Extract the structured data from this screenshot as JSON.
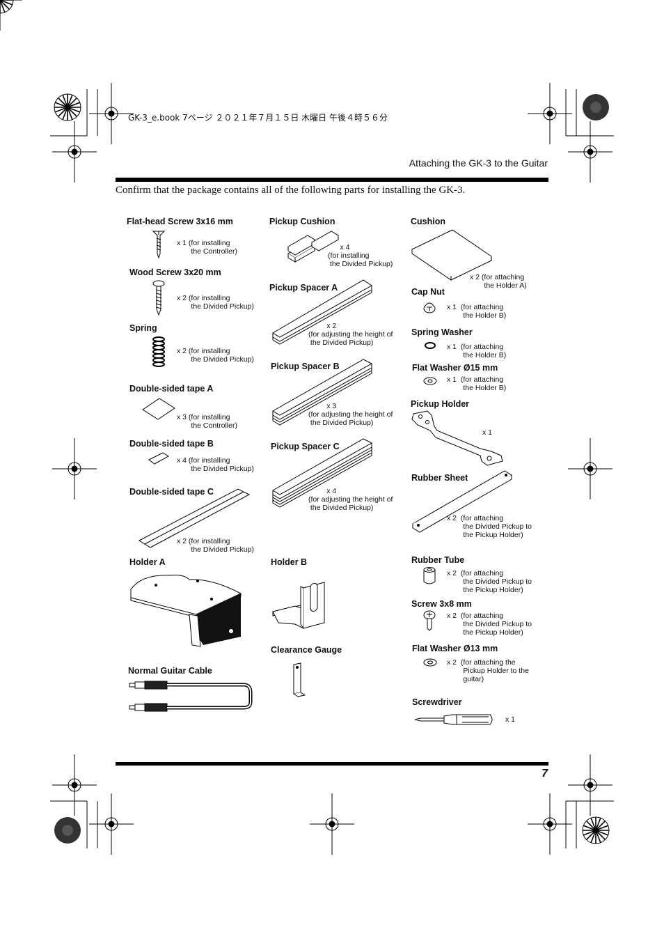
{
  "header": {
    "file_info": "GK-3_e.book 7ページ ２０２１年７月１５日 木曜日 午後４時５６分",
    "section_title": "Attaching the GK-3 to the Guitar"
  },
  "intro": "Confirm that the package contains all of the following parts for installing the GK-3.",
  "page_number": "7",
  "parts": [
    {
      "name": "Flat-head Screw 3x16 mm",
      "note": "x 1 (for installing\n       the Controller)",
      "icon": "flat-head-screw-icon"
    },
    {
      "name": "Wood Screw 3x20 mm",
      "note": "x 2 (for installing\n       the Divided Pickup)",
      "icon": "wood-screw-icon"
    },
    {
      "name": "Spring",
      "note": "x 2 (for installing\n       the Divided Pickup)",
      "icon": "spring-icon"
    },
    {
      "name": "Double-sided tape A",
      "note": "x 3 (for installing\n       the Controller)",
      "icon": "tape-a-icon"
    },
    {
      "name": "Double-sided tape B",
      "note": "x 4 (for installing\n       the Divided Pickup)",
      "icon": "tape-b-icon"
    },
    {
      "name": "Double-sided tape C",
      "note": "x 2 (for installing\n       the Divided Pickup)",
      "icon": "tape-c-icon"
    },
    {
      "name": "Holder A",
      "note": "",
      "icon": "holder-a-icon"
    },
    {
      "name": "Normal Guitar Cable",
      "note": "",
      "icon": "guitar-cable-icon"
    },
    {
      "name": "Pickup Cushion",
      "note": "      x 4\n(for installing\n the Divided Pickup)",
      "icon": "pickup-cushion-icon"
    },
    {
      "name": "Pickup Spacer A",
      "note": "         x 2\n(for adjusting the height of\n the Divided Pickup)",
      "icon": "pickup-spacer-a-icon"
    },
    {
      "name": "Pickup Spacer B",
      "note": "         x 3\n(for adjusting the height of\n the Divided Pickup)",
      "icon": "pickup-spacer-b-icon"
    },
    {
      "name": "Pickup Spacer C",
      "note": "         x 4\n(for adjusting the height of\n the Divided Pickup)",
      "icon": "pickup-spacer-c-icon"
    },
    {
      "name": "Holder B",
      "note": "",
      "icon": "holder-b-icon"
    },
    {
      "name": "Clearance Gauge",
      "note": "",
      "icon": "clearance-gauge-icon"
    },
    {
      "name": "Cushion",
      "note": "x 2 (for attaching\n       the Holder A)",
      "icon": "cushion-icon"
    },
    {
      "name": "Cap Nut",
      "note": "x 1  (for attaching\n        the Holder B)",
      "icon": "cap-nut-icon"
    },
    {
      "name": "Spring Washer",
      "note": "x 1  (for attaching\n        the Holder B)",
      "icon": "spring-washer-icon"
    },
    {
      "name": "Flat Washer Ø15 mm",
      "note": "x 1  (for attaching\n        the Holder B)",
      "icon": "flat-washer-15-icon"
    },
    {
      "name": "Pickup Holder",
      "note": "x 1",
      "icon": "pickup-holder-icon"
    },
    {
      "name": "Rubber Sheet",
      "note": "x 2  (for attaching\n        the Divided Pickup to\n        the Pickup Holder)",
      "icon": "rubber-sheet-icon"
    },
    {
      "name": "Rubber Tube",
      "note": "x 2  (for attaching\n        the Divided Pickup to\n        the Pickup Holder)",
      "icon": "rubber-tube-icon"
    },
    {
      "name": "Screw 3x8 mm",
      "note": "x 2  (for attaching\n        the Divided Pickup to\n        the Pickup Holder)",
      "icon": "screw-3x8-icon"
    },
    {
      "name": "Flat Washer Ø13 mm",
      "note": "x 2  (for attaching the\n        Pickup Holder to the\n        guitar)",
      "icon": "flat-washer-13-icon"
    },
    {
      "name": "Screwdriver",
      "note": "x 1",
      "icon": "screwdriver-icon"
    }
  ]
}
